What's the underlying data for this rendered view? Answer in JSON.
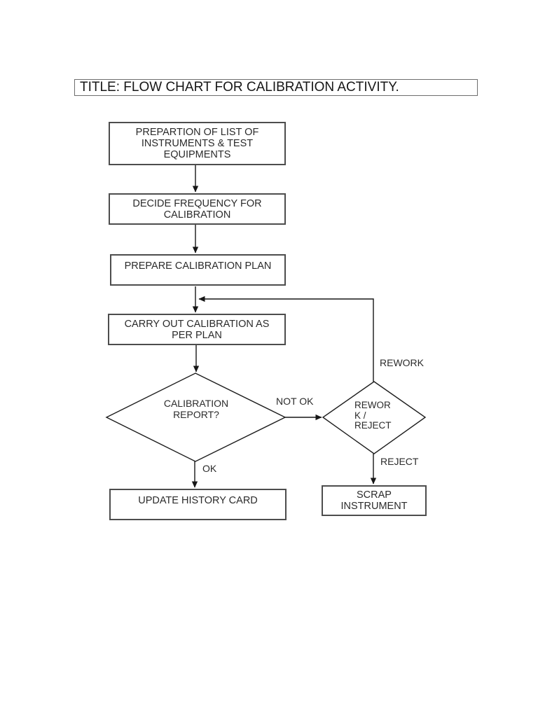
{
  "title": "TITLE: FLOW CHART FOR CALIBRATION ACTIVITY.",
  "nodes": {
    "prep_list": "PREPARTION OF LIST OF\nINSTRUMENTS & TEST\nEQUIPMENTS",
    "decide_freq": "DECIDE FREQUENCY FOR\nCALIBRATION",
    "prepare_plan": "PREPARE CALIBRATION PLAN",
    "carry_out": "CARRY OUT CALIBRATION AS\nPER PLAN",
    "calibration_report": "CALIBRATION\nREPORT?",
    "rework_reject": "REWOR\nK /\nREJECT",
    "update_history": "UPDATE HISTORY CARD",
    "scrap_instrument": "SCRAP\nINSTRUMENT"
  },
  "edge_labels": {
    "not_ok": "NOT OK",
    "ok": "OK",
    "rework": "REWORK",
    "reject": "REJECT"
  },
  "edges": [
    {
      "from": "prep_list",
      "to": "decide_freq",
      "label": ""
    },
    {
      "from": "decide_freq",
      "to": "prepare_plan",
      "label": ""
    },
    {
      "from": "prepare_plan",
      "to": "carry_out",
      "label": ""
    },
    {
      "from": "carry_out",
      "to": "calibration_report",
      "label": ""
    },
    {
      "from": "calibration_report",
      "to": "rework_reject",
      "label": "NOT OK"
    },
    {
      "from": "calibration_report",
      "to": "update_history",
      "label": "OK"
    },
    {
      "from": "rework_reject",
      "to": "carry_out",
      "label": "REWORK"
    },
    {
      "from": "rework_reject",
      "to": "scrap_instrument",
      "label": "REJECT"
    }
  ],
  "colors": {
    "background": "#ffffff",
    "line": "#161616",
    "box_border": "#4d4d4d",
    "text": "#2b2b2b"
  }
}
